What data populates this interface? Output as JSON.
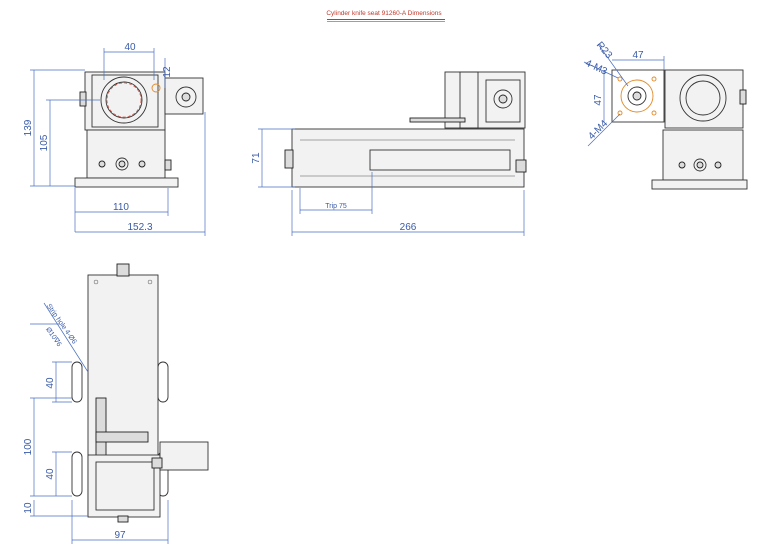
{
  "title": "Cylinder knife seat 91260-A Dimensions",
  "views": {
    "front": {
      "dims": {
        "top_width": "40",
        "height_total": "139",
        "height_body": "105",
        "base_width": "110",
        "overall_width": "152.3",
        "offset": "12"
      }
    },
    "side": {
      "dims": {
        "height": "71",
        "stroke": "Trip 75",
        "length": "266"
      }
    },
    "right": {
      "dims": {
        "radius": "R23",
        "thread_small": "4-M3",
        "thread_large": "4-M4",
        "width": "47",
        "height": "47"
      }
    },
    "top": {
      "dims": {
        "slot_note_1": "Strip hole 4-Ø6",
        "slot_note_2": "Ø10∇6",
        "slot_upper": "40",
        "spacing": "100",
        "slot_lower": "40",
        "bottom": "10",
        "width": "97"
      }
    }
  }
}
